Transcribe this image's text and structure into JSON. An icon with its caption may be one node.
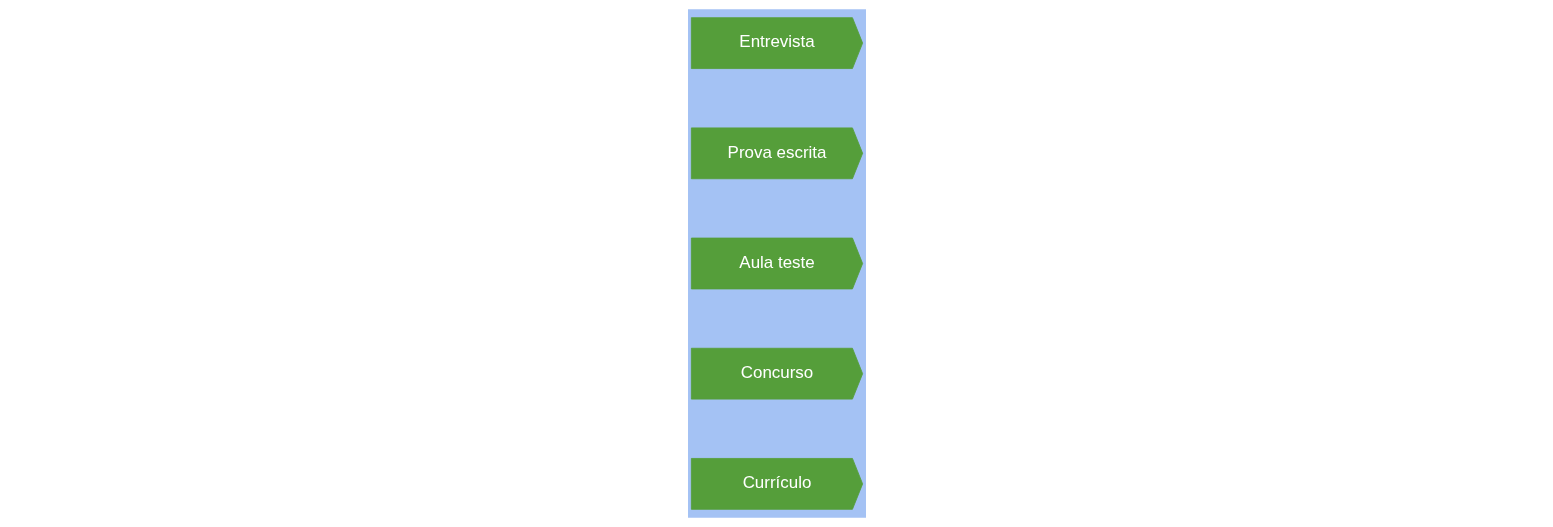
{
  "diagram": {
    "nodes": [
      {
        "text": [
          "Currículo"
        ]
      },
      {
        "text": [
          "Concurso"
        ]
      },
      {
        "text": [
          "Aula teste"
        ]
      },
      {
        "text": [
          "Prova escrita"
        ]
      },
      {
        "text": [
          "Entrevista"
        ]
      }
    ]
  }
}
